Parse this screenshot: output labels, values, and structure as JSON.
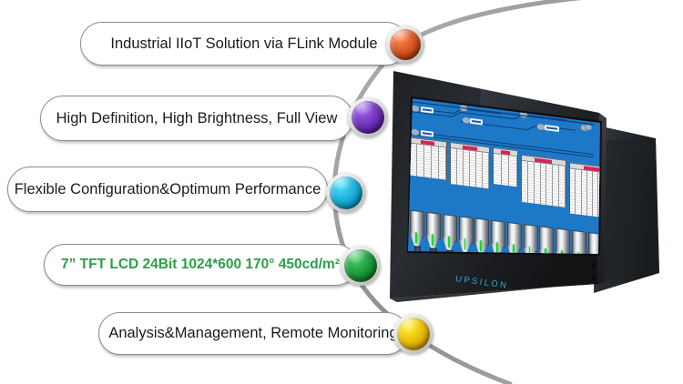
{
  "page": {
    "background_color": "#ffffff",
    "layout": "product-feature-callout-diagram"
  },
  "arc": {
    "color": "#9a9a9a",
    "description": "large gray curved arc connecting feature bubbles"
  },
  "callouts": [
    {
      "id": "iiot",
      "label": "Industrial IIoT Solution via FLink Module",
      "bubble_color": "#d2521e",
      "bubble_name": "bubble-orange",
      "text_color": "#1b1b1b",
      "bold": false
    },
    {
      "id": "display-quality",
      "label": "High Definition, High Brightness, Full View",
      "bubble_color": "#6b2fb5",
      "bubble_name": "bubble-purple",
      "text_color": "#1b1b1b",
      "bold": false
    },
    {
      "id": "configuration",
      "label": "Flexible Configuration&Optimum Performance",
      "bubble_color": "#16a8d4",
      "bubble_name": "bubble-cyan",
      "text_color": "#1b1b1b",
      "bold": false
    },
    {
      "id": "panel-spec",
      "label": "7” TFT LCD 24Bit 1024*600 170° 450cd/m²",
      "bubble_color": "#189638",
      "bubble_name": "bubble-green",
      "text_color": "#2d9e48",
      "bold": true
    },
    {
      "id": "analysis",
      "label": "Analysis&Management, Remote Monitoring",
      "bubble_color": "#e8b800",
      "bubble_name": "bubble-yellow",
      "text_color": "#1b1b1b",
      "bold": false
    }
  ],
  "device": {
    "type": "industrial HMI touch panel",
    "brand_text": "UPSILON",
    "brand_color": "#2aa9df",
    "bezel_color": "#1b1b1d",
    "screen_background": "#1d78c8",
    "screen_content": {
      "description": "SCADA batching plant mimic screen",
      "pipeline_nodes": 6,
      "data_tables": 5,
      "table_header_color": "#d6215a",
      "silo_count": 12,
      "silo_level_indicator_color": "#27d132",
      "conveyor_lines": 2
    }
  }
}
